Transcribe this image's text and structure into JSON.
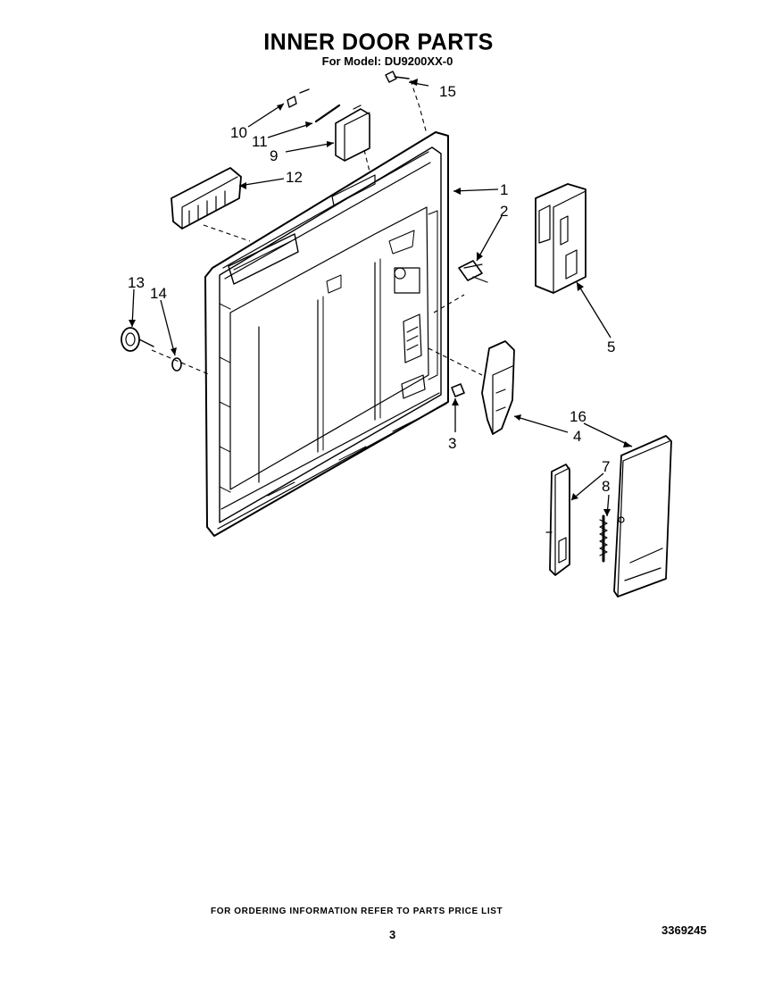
{
  "header": {
    "title": "INNER DOOR PARTS",
    "subtitle": "For Model: DU9200XX-0"
  },
  "callouts": {
    "c1": "1",
    "c2": "2",
    "c3": "3",
    "c4": "4",
    "c5": "5",
    "c7": "7",
    "c8": "8",
    "c9": "9",
    "c10": "10",
    "c11": "11",
    "c12": "12",
    "c13": "13",
    "c14": "14",
    "c15": "15",
    "c16": "16"
  },
  "footer": {
    "note": "FOR ORDERING INFORMATION REFER TO PARTS PRICE LIST",
    "page_number": "3",
    "document_number": "3369245"
  }
}
